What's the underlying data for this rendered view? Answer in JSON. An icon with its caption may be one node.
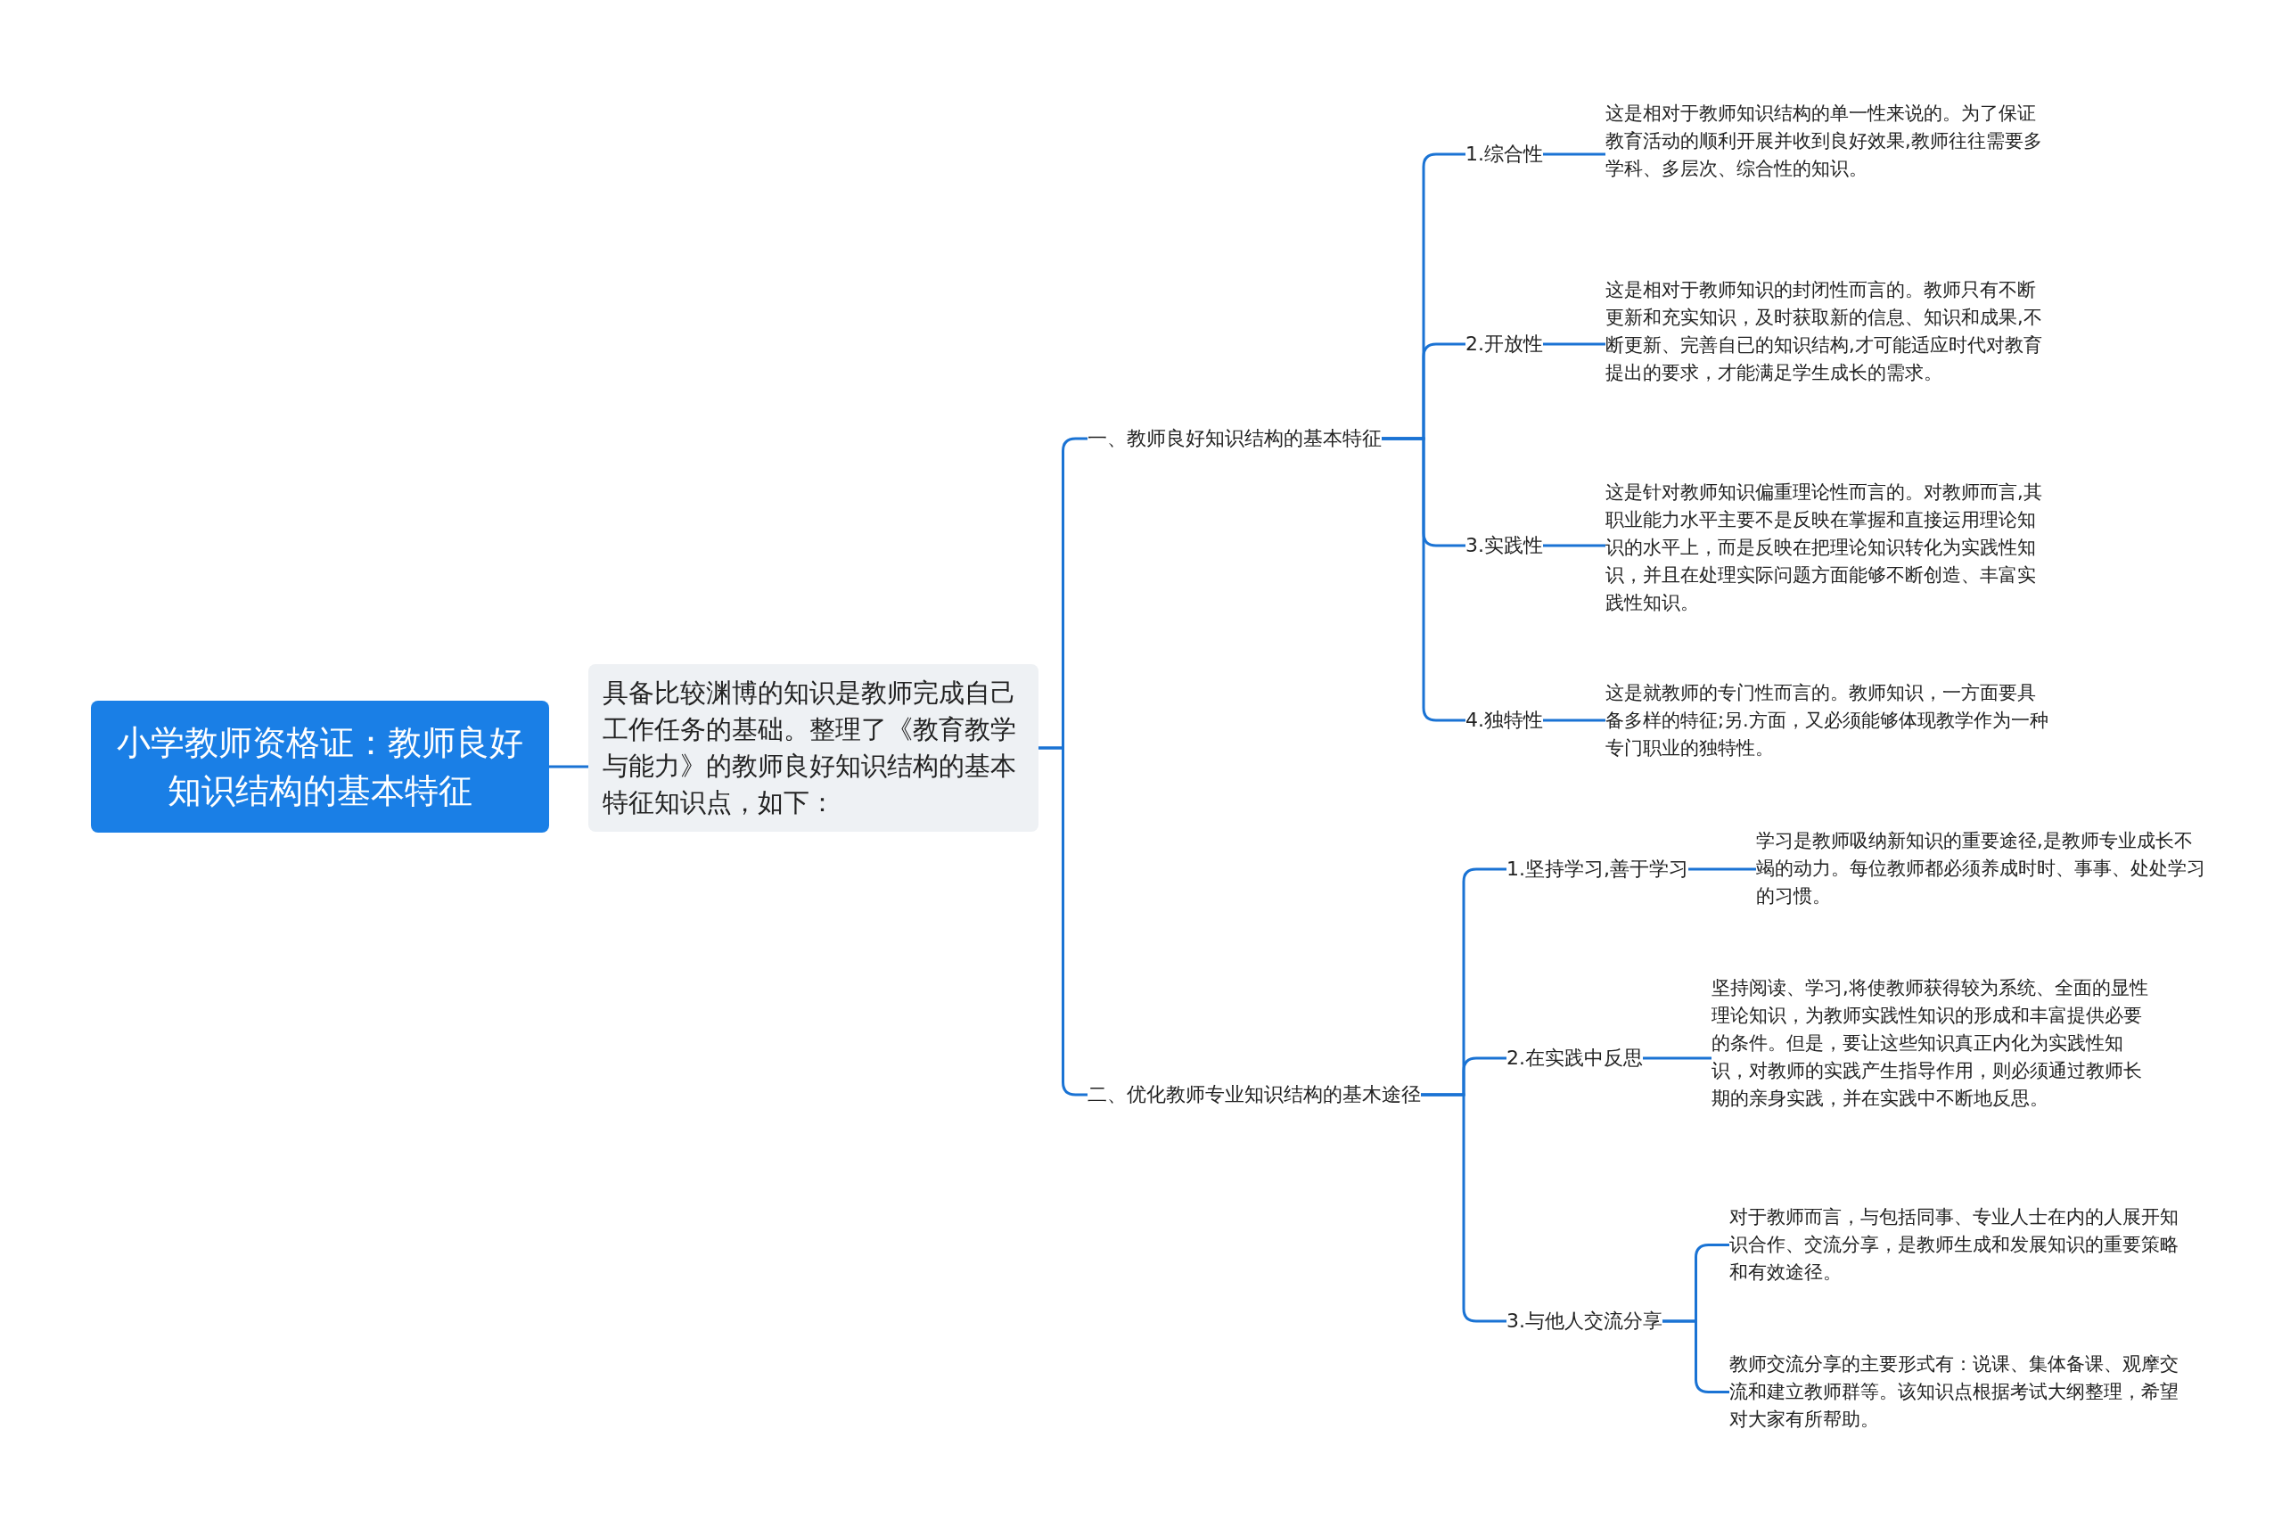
{
  "diagram": {
    "nodes": [
      {
        "text": [
          "小学教师资格证：教师良好知识结构的基本特征"
        ]
      },
      {
        "text": [
          "具备比较渊博的知识是教师完成自己工作任务的基础。整理了《教育教学与能力》的教师良好知识结构的基本特征知识点，如下："
        ]
      },
      {
        "text": [
          "一、教师良好知识结构的基本特征"
        ]
      },
      {
        "text": [
          "1.综合性"
        ]
      },
      {
        "text": [
          "这是相对于教师知识结构的单一性来说的。为了保证教育活动的顺利开展并收到良好效果,教师往往需要多学科、多层次、综合性的知识。"
        ]
      },
      {
        "text": [
          "2.开放性"
        ]
      },
      {
        "text": [
          "这是相对于教师知识的封闭性而言的。教师只有不断更新和充实知识，及时获取新的信息、知识和成果,不断更新、完善自已的知识结构,才可能适应时代对教育提出的要求，才能满足学生成长的需求。"
        ]
      },
      {
        "text": [
          "3.实践性"
        ]
      },
      {
        "text": [
          "这是针对教师知识偏重理论性而言的。对教师而言,其职业能力水平主要不是反映在掌握和直接运用理论知识的水平上，而是反映在把理论知识转化为实践性知识，并且在处理实际问题方面能够不断创造、丰富实践性知识。"
        ]
      },
      {
        "text": [
          "4.独特性"
        ]
      },
      {
        "text": [
          "这是就教师的专门性而言的。教师知识，一方面要具备多样的特征;另.方面，又必须能够体现教学作为一种专门职业的独特性。"
        ]
      },
      {
        "text": [
          "二、优化教师专业知识结构的基木途径"
        ]
      },
      {
        "text": [
          "1.坚持学习,善于学习"
        ]
      },
      {
        "text": [
          "学习是教师吸纳新知识的重要途径,是教师专业成长不竭的动力。每位教师都必须养成时时、事事、处处学习的习惯。"
        ]
      },
      {
        "text": [
          "2.在实践中反思"
        ]
      },
      {
        "text": [
          "坚持阅读、学习,将使教师获得较为系统、全面的显性理论知识，为教师实践性知识的形成和丰富提供必要的条件。但是，要让这些知识真正内化为实践性知识，对教师的实践产生指导作用，则必须通过教师长期的亲身实践，并在实践中不断地反思。"
        ]
      },
      {
        "text": [
          "3.与他人交流分享"
        ]
      },
      {
        "text": [
          "对于教师而言，与包括同事、专业人士在内的人展开知识合作、交流分享，是教师生成和发展知识的重要策略和有效途径。"
        ]
      },
      {
        "text": [
          "教师交流分享的主要形式有：说课、集体备课、观摩交流和建立教师群等。该知识点根据考试大纲整理，希望对大家有所帮助。"
        ]
      }
    ],
    "edges": [
      {
        "from": 0,
        "to": 1,
        "arrow": "none"
      },
      {
        "from": 1,
        "to": 2,
        "arrow": "none"
      },
      {
        "from": 2,
        "to": 3,
        "arrow": "none"
      },
      {
        "from": 3,
        "to": 4,
        "arrow": "none"
      },
      {
        "from": 2,
        "to": 5,
        "arrow": "none"
      },
      {
        "from": 5,
        "to": 6,
        "arrow": "none"
      },
      {
        "from": 2,
        "to": 7,
        "arrow": "none"
      },
      {
        "from": 7,
        "to": 8,
        "arrow": "none"
      },
      {
        "from": 2,
        "to": 9,
        "arrow": "none"
      },
      {
        "from": 9,
        "to": 10,
        "arrow": "none"
      },
      {
        "from": 1,
        "to": 11,
        "arrow": "none"
      },
      {
        "from": 11,
        "to": 12,
        "arrow": "none"
      },
      {
        "from": 12,
        "to": 13,
        "arrow": "none"
      },
      {
        "from": 11,
        "to": 14,
        "arrow": "none"
      },
      {
        "from": 14,
        "to": 15,
        "arrow": "none"
      },
      {
        "from": 11,
        "to": 16,
        "arrow": "none"
      },
      {
        "from": 16,
        "to": 17,
        "arrow": "none"
      },
      {
        "from": 16,
        "to": 18,
        "arrow": "none"
      }
    ]
  }
}
